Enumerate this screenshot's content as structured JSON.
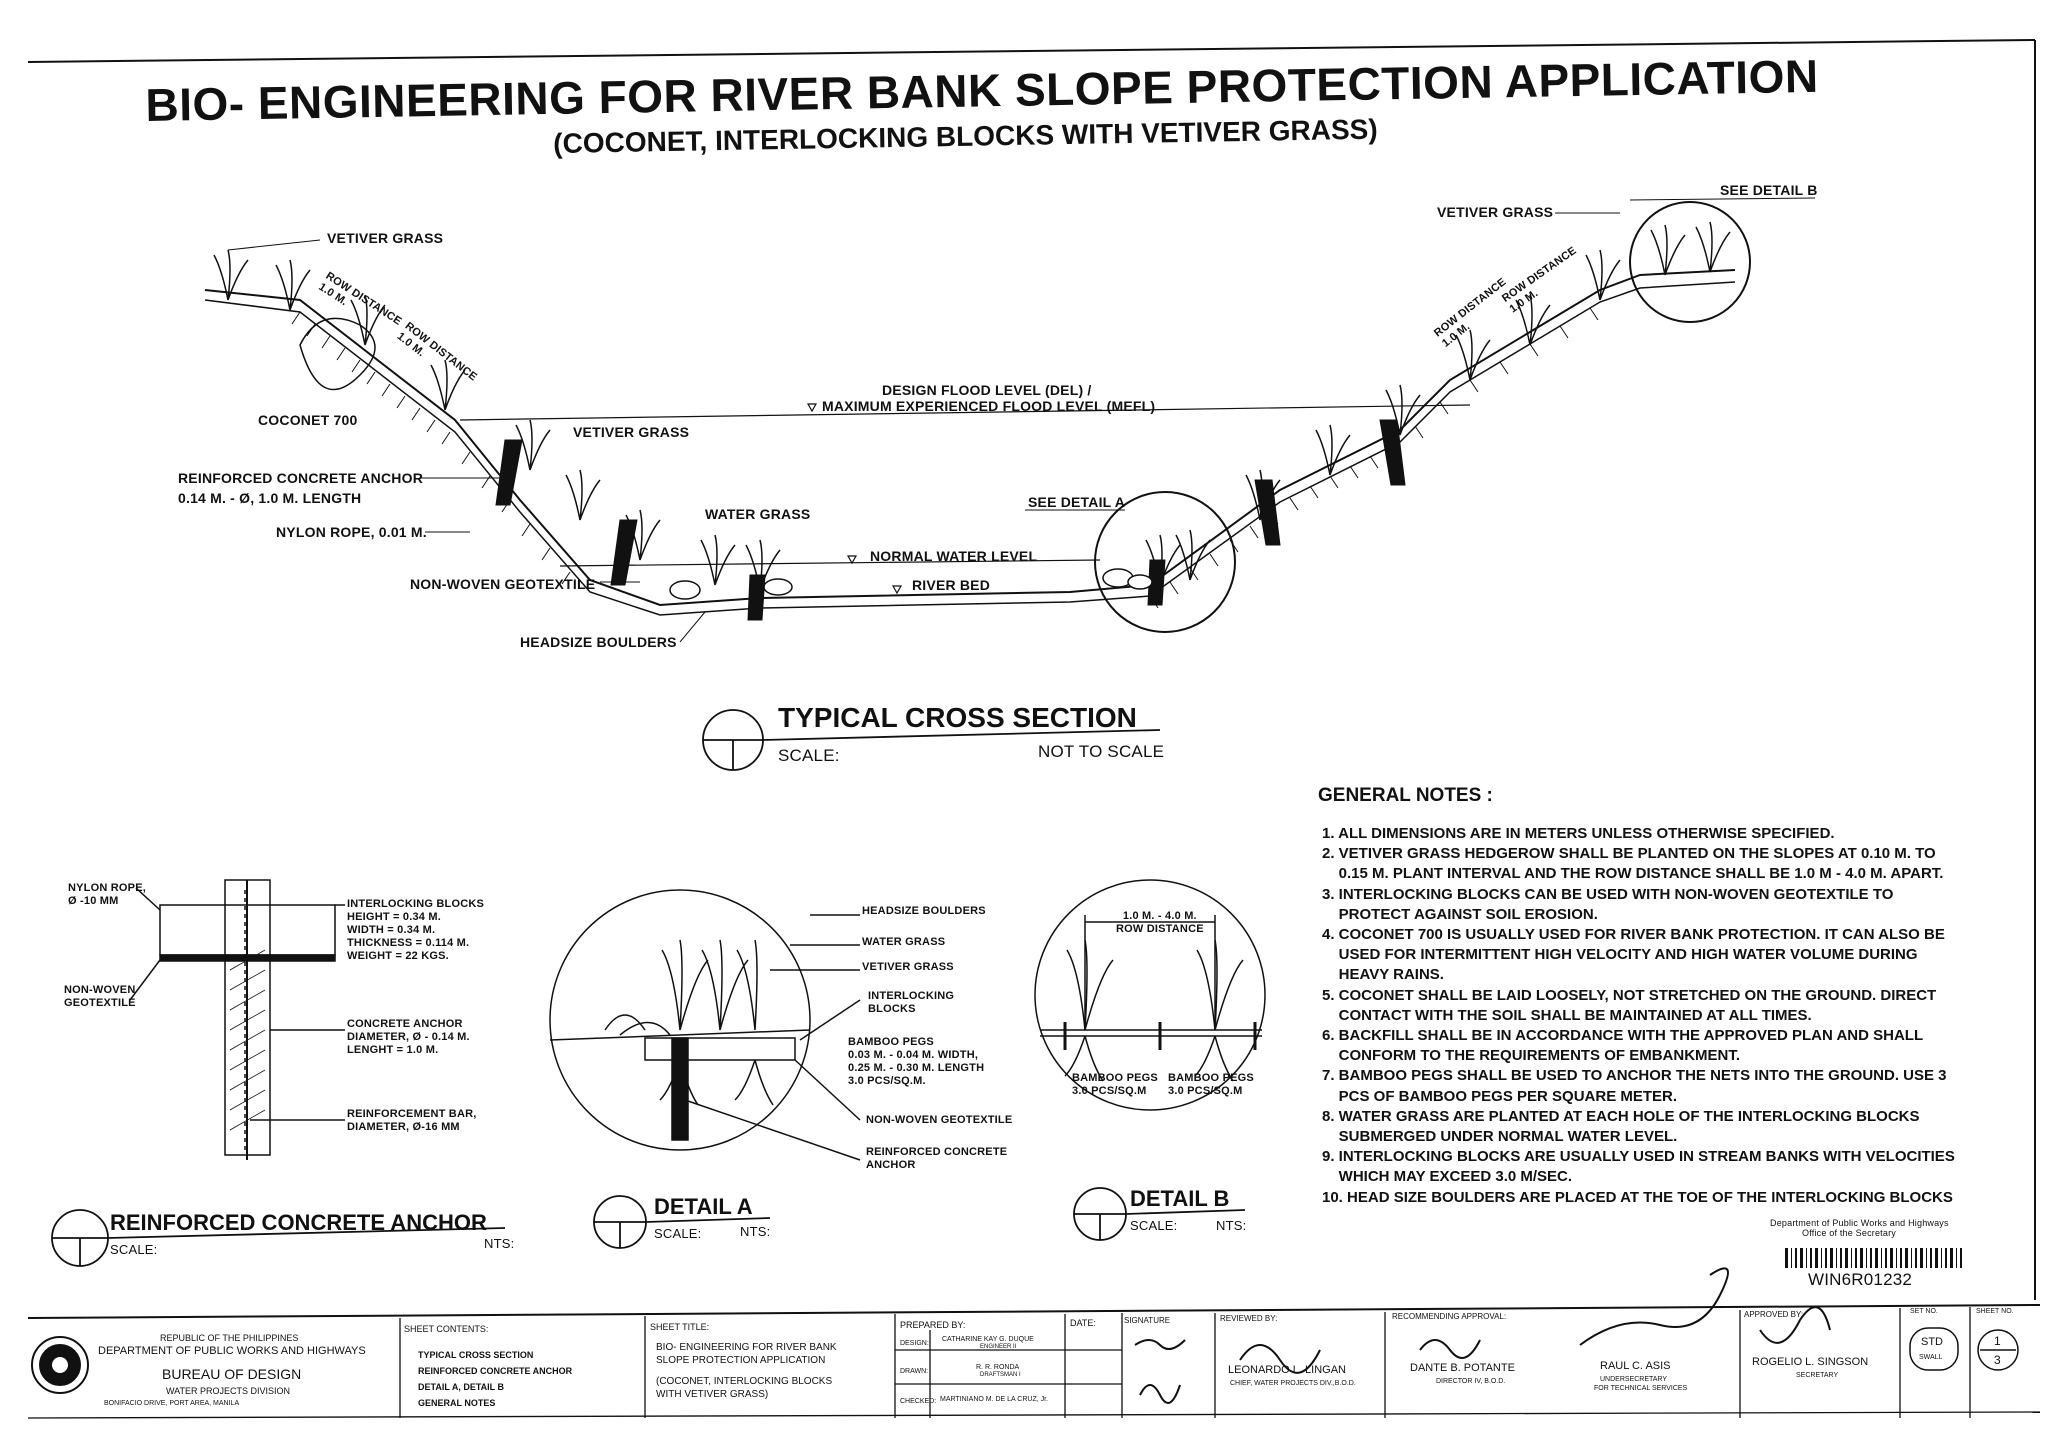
{
  "title": "BIO- ENGINEERING FOR RIVER BANK SLOPE PROTECTION APPLICATION",
  "subtitle": "(COCONET, INTERLOCKING BLOCKS WITH VETIVER GRASS)",
  "cross_section": {
    "labels": {
      "vetiver_left": "VETIVER GRASS",
      "row_distance": "ROW DISTANCE",
      "one_m": "1.0 M.",
      "coconet": "COCONET 700",
      "anchor_line1": "REINFORCED CONCRETE ANCHOR",
      "anchor_line2": "0.14 M. - Ø, 1.0 M. LENGTH",
      "nylon": "NYLON ROPE, 0.01 M.",
      "geotextile": "NON-WOVEN GEOTEXTILE",
      "boulders": "HEADSIZE BOULDERS",
      "vetiver_mid": "VETIVER GRASS",
      "water_grass": "WATER GRASS",
      "del_line1": "DESIGN FLOOD LEVEL (DEL) /",
      "del_line2": "MAXIMUM EXPERIENCED FLOOD LEVEL (MEFL)",
      "normal_water": "NORMAL WATER LEVEL",
      "river_bed": "RIVER BED",
      "see_detail_a": "SEE DETAIL A",
      "see_detail_b": "SEE DETAIL B",
      "vetiver_right": "VETIVER GRASS"
    },
    "heading": "TYPICAL CROSS SECTION",
    "scale_label": "SCALE:",
    "scale_value": "NOT TO SCALE"
  },
  "anchor_detail": {
    "nylon_l1": "NYLON ROPE,",
    "nylon_l2": "Ø -10 MM",
    "geotex_l1": "NON-WOVEN",
    "geotex_l2": "GEOTEXTILE",
    "blocks_l1": "INTERLOCKING BLOCKS",
    "blocks_l2": "HEIGHT = 0.34 M.",
    "blocks_l3": "WIDTH = 0.34 M.",
    "blocks_l4": "THICKNESS = 0.114 M.",
    "blocks_l5": "WEIGHT = 22 KGS.",
    "concrete_l1": "CONCRETE ANCHOR",
    "concrete_l2": "DIAMETER, Ø - 0.14 M.",
    "concrete_l3": "LENGHT = 1.0 M.",
    "rebar_l1": "REINFORCEMENT BAR,",
    "rebar_l2": "DIAMETER, Ø-16 MM",
    "heading": "REINFORCED CONCRETE ANCHOR",
    "scale_label": "SCALE:",
    "scale_value": "NTS:"
  },
  "detail_a": {
    "boulders": "HEADSIZE BOULDERS",
    "water_grass": "WATER GRASS",
    "vetiver": "VETIVER GRASS",
    "blocks_l1": "INTERLOCKING",
    "blocks_l2": "BLOCKS",
    "pegs_l1": "BAMBOO PEGS",
    "pegs_l2": "0.03 M. - 0.04 M. WIDTH,",
    "pegs_l3": "0.25 M. - 0.30 M. LENGTH",
    "pegs_l4": "3.0 PCS/SQ.M.",
    "geotex": "NON-WOVEN GEOTEXTILE",
    "anchor_l1": "REINFORCED CONCRETE",
    "anchor_l2": "ANCHOR",
    "heading": "DETAIL A",
    "scale_label": "SCALE:",
    "scale_value": "NTS:"
  },
  "detail_b": {
    "dist_l1": "1.0 M. - 4.0 M.",
    "dist_l2": "ROW DISTANCE",
    "pegs_a_l1": "BAMBOO PEGS",
    "pegs_a_l2": "3.0 PCS/SQ.M",
    "pegs_b_l1": "BAMBOO PEGS",
    "pegs_b_l2": "3.0 PCS/SQ.M",
    "heading": "DETAIL B",
    "scale_label": "SCALE:",
    "scale_value": "NTS:"
  },
  "general_notes": {
    "heading": "GENERAL NOTES :",
    "items": [
      "1. ALL DIMENSIONS ARE IN METERS UNLESS OTHERWISE SPECIFIED.",
      "2. VETIVER GRASS HEDGEROW SHALL BE PLANTED ON THE SLOPES AT 0.10 M. TO",
      "    0.15 M. PLANT INTERVAL AND THE ROW DISTANCE SHALL BE 1.0 M - 4.0 M. APART.",
      "3. INTERLOCKING BLOCKS CAN BE USED WITH NON-WOVEN GEOTEXTILE TO",
      "    PROTECT AGAINST SOIL EROSION.",
      "4. COCONET 700 IS USUALLY USED FOR RIVER BANK PROTECTION. IT CAN ALSO BE",
      "    USED FOR INTERMITTENT HIGH VELOCITY AND HIGH WATER VOLUME DURING",
      "    HEAVY RAINS.",
      "5. COCONET SHALL BE LAID LOOSELY, NOT STRETCHED ON THE GROUND. DIRECT",
      "    CONTACT WITH THE SOIL SHALL BE MAINTAINED AT ALL TIMES.",
      "6. BACKFILL SHALL BE IN ACCORDANCE WITH THE APPROVED PLAN AND SHALL",
      "    CONFORM TO THE REQUIREMENTS OF EMBANKMENT.",
      "7. BAMBOO PEGS SHALL BE USED TO ANCHOR THE NETS INTO THE GROUND. USE 3",
      "    PCS OF BAMBOO PEGS PER SQUARE METER.",
      "8. WATER GRASS ARE PLANTED AT EACH HOLE OF THE INTERLOCKING BLOCKS",
      "    SUBMERGED UNDER NORMAL WATER LEVEL.",
      "9. INTERLOCKING BLOCKS ARE USUALLY USED IN STREAM BANKS WITH VELOCITIES",
      "    WHICH MAY EXCEED 3.0 M/SEC.",
      "10. HEAD SIZE BOULDERS ARE PLACED AT THE TOE OF THE INTERLOCKING BLOCKS"
    ]
  },
  "stamp": {
    "line1": "Department of Public Works and Highways",
    "line2": "Office of the Secretary",
    "code": "WIN6R01232"
  },
  "title_block": {
    "republic": "REPUBLIC OF THE PHILIPPINES",
    "dept": "DEPARTMENT OF PUBLIC WORKS AND HIGHWAYS",
    "bureau": "BUREAU OF DESIGN",
    "division": "WATER PROJECTS DIVISION",
    "address": "BONIFACIO DRIVE, PORT AREA, MANILA",
    "contents_h": "SHEET CONTENTS:",
    "contents": [
      "TYPICAL CROSS SECTION",
      "REINFORCED CONCRETE ANCHOR",
      "DETAIL A, DETAIL B",
      "GENERAL NOTES"
    ],
    "sheet_title_h": "SHEET TITLE:",
    "sheet_title_l1": "BIO- ENGINEERING FOR RIVER BANK",
    "sheet_title_l2": "SLOPE PROTECTION APPLICATION",
    "sheet_title_l3": "(COCONET, INTERLOCKING BLOCKS",
    "sheet_title_l4": "WITH VETIVER GRASS)",
    "prepared_h": "PREPARED BY:",
    "design_h": "DESIGN:",
    "design_name": "CATHARINE KAY G. DUQUE",
    "design_role": "ENGINEER II",
    "drawn_h": "DRAWN:",
    "drawn_name": "R. R. RONDA",
    "drawn_role": "DRAFTSMAN I",
    "checked_h": "CHECKED:",
    "checked_name": "MARTINIANO M. DE LA CRUZ, Jr.",
    "date_h": "DATE:",
    "signature_h": "SIGNATURE",
    "reviewed_h": "REVIEWED BY:",
    "reviewed_name": "LEONARDO L. LINGAN",
    "reviewed_role": "CHIEF, WATER PROJECTS DIV.,B.O.D.",
    "recommending_h": "RECOMMENDING APPROVAL:",
    "rec1_name": "DANTE B. POTANTE",
    "rec1_role": "DIRECTOR IV, B.O.D.",
    "rec2_name": "RAUL C. ASIS",
    "rec2_role1": "UNDERSECRETARY",
    "rec2_role2": "FOR TECHNICAL SERVICES",
    "approved_h": "APPROVED BY:",
    "approved_name": "ROGELIO L. SINGSON",
    "approved_role": "SECRETARY",
    "set_no_h": "SET NO.",
    "sheet_no_h": "SHEET NO.",
    "set_code": "STD",
    "set_sub": "SWALL",
    "sheet_num": "1",
    "sheet_total": "3"
  }
}
